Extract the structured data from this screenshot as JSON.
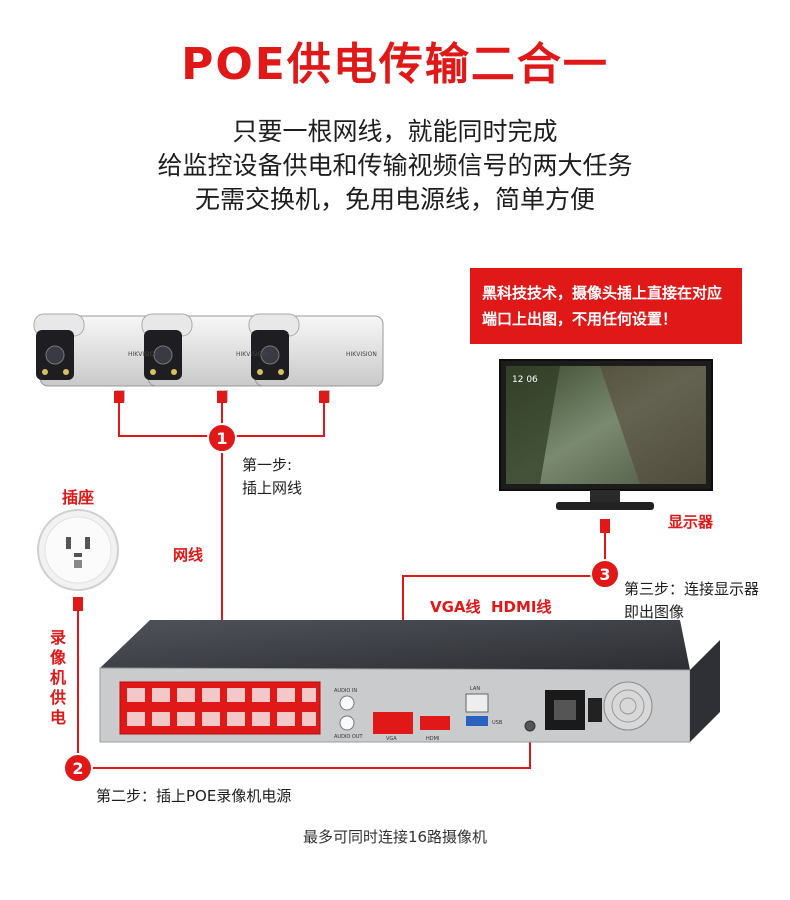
{
  "header": {
    "title": "POE供电传输二合一",
    "lines": [
      "只要一根网线，就能同时完成",
      "给监控设备供电和传输视频信号的两大任务",
      "无需交换机，免用电源线，简单方便"
    ]
  },
  "callout": "黑科技技术，摄像头插上直接在对应端口上出图，不用任何设置！",
  "labels": {
    "socket": "插座",
    "network_cable": "网线",
    "monitor": "显示器",
    "vga_hdmi": "VGA线  HDMI线",
    "nvr_power": "录像机供电"
  },
  "camera_brand": "HIKVISION",
  "nvr": {
    "audio_in": "AUDIO IN",
    "audio_out": "AUDIO OUT",
    "lan": "LAN",
    "usb": "USB",
    "vga": "VGA",
    "hdmi": "HDMI"
  },
  "monitor_screen": "12 06",
  "steps": [
    {
      "num": "1",
      "text1": "第一步:",
      "text2": "插上网线"
    },
    {
      "num": "2",
      "text1": "第二步：插上POE录像机电源",
      "text2": ""
    },
    {
      "num": "3",
      "text1": "第三步：连接显示器",
      "text2": "即出图像"
    }
  ],
  "footer": "最多可同时连接16路摄像机",
  "colors": {
    "accent": "#e01818",
    "text": "#1e1e1e",
    "nvr_body": "#3d3f44",
    "nvr_panel": "#c9cbcd"
  }
}
